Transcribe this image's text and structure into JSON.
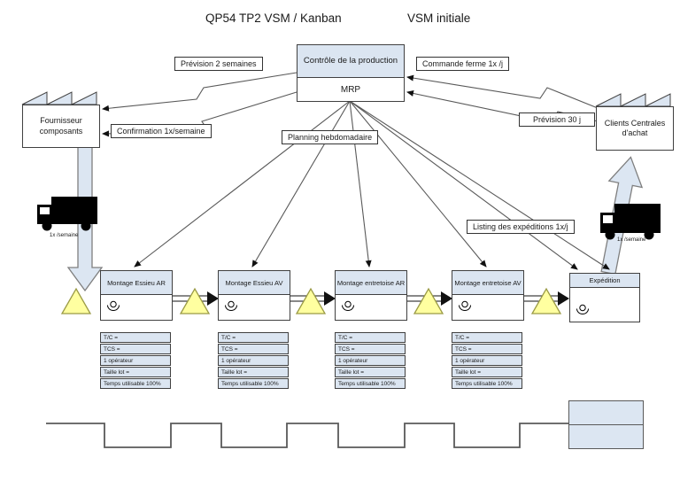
{
  "title": "QP54 TP2 VSM / Kanban",
  "subtitle": "VSM initiale",
  "production_control": {
    "name": "Contrôle de la production",
    "system": "MRP"
  },
  "supplier": {
    "name": "Fournisseur composants"
  },
  "customer": {
    "name": "Clients Centrales d'achat"
  },
  "info_flows": {
    "forecast_supplier": "Prévision 2 semaines",
    "firm_order": "Commande ferme 1x /j",
    "confirmation": "Confirmation 1x/semaine",
    "forecast_customer": "Prévision 30 j",
    "weekly_planning": "Planning hebdomadaire",
    "shipping_list": "Listing des expéditions 1x/j"
  },
  "logistics": {
    "supplier_truck_frequency": "1x /semaine",
    "customer_truck_frequency": "1x /semaine"
  },
  "processes": [
    {
      "name": "Montage Essieu AR"
    },
    {
      "name": "Montage Essieu AV"
    },
    {
      "name": "Montage entretoise AR"
    },
    {
      "name": "Montage entretoise AV"
    },
    {
      "name": "Expédition"
    }
  ],
  "process_data": {
    "rows": [
      "T/C =",
      "TCS =",
      "1 opérateur",
      "Taille lot =",
      "Temps utilisable 100%"
    ]
  },
  "colors": {
    "accent_fill": "#dbe5f1",
    "inventory_fill": "#ffffa0",
    "line": "#595959",
    "truck": "#000000"
  }
}
